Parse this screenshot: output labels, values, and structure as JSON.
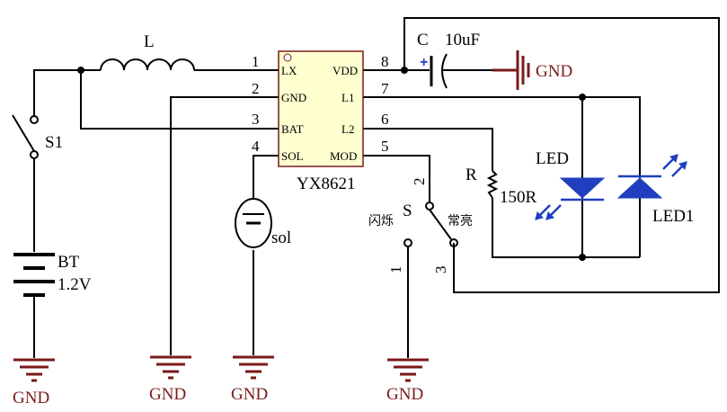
{
  "components": {
    "inductor": {
      "label": "L"
    },
    "switch_s1": {
      "label": "S1"
    },
    "battery": {
      "label": "BT",
      "value": "1.2V"
    },
    "capacitor": {
      "label": "C",
      "value": "10uF"
    },
    "resistor": {
      "label": "R",
      "value": "150R"
    },
    "led": {
      "label": "LED"
    },
    "led1": {
      "label": "LED1"
    },
    "solar": {
      "label": "sol"
    },
    "switch_s": {
      "label": "S",
      "pos_flash": "闪烁",
      "pos_steady": "常亮",
      "pin1": "1",
      "pin2": "2",
      "pin3": "3"
    }
  },
  "ic": {
    "name": "YX8621",
    "left_pins": [
      {
        "num": "1",
        "name": "LX"
      },
      {
        "num": "2",
        "name": "GND"
      },
      {
        "num": "3",
        "name": "BAT"
      },
      {
        "num": "4",
        "name": "SOL"
      }
    ],
    "right_pins": [
      {
        "num": "8",
        "name": "VDD"
      },
      {
        "num": "7",
        "name": "L1"
      },
      {
        "num": "6",
        "name": "L2"
      },
      {
        "num": "5",
        "name": "MOD"
      }
    ]
  },
  "grounds": {
    "cap_gnd": "GND",
    "gnd1": "GND",
    "gnd2": "GND",
    "gnd3": "GND",
    "gnd4": "GND"
  },
  "colors": {
    "wire": "#000000",
    "ground": "#7a1a1a",
    "led": "#1f3fbf",
    "ic_fill": "#ffffd0"
  }
}
